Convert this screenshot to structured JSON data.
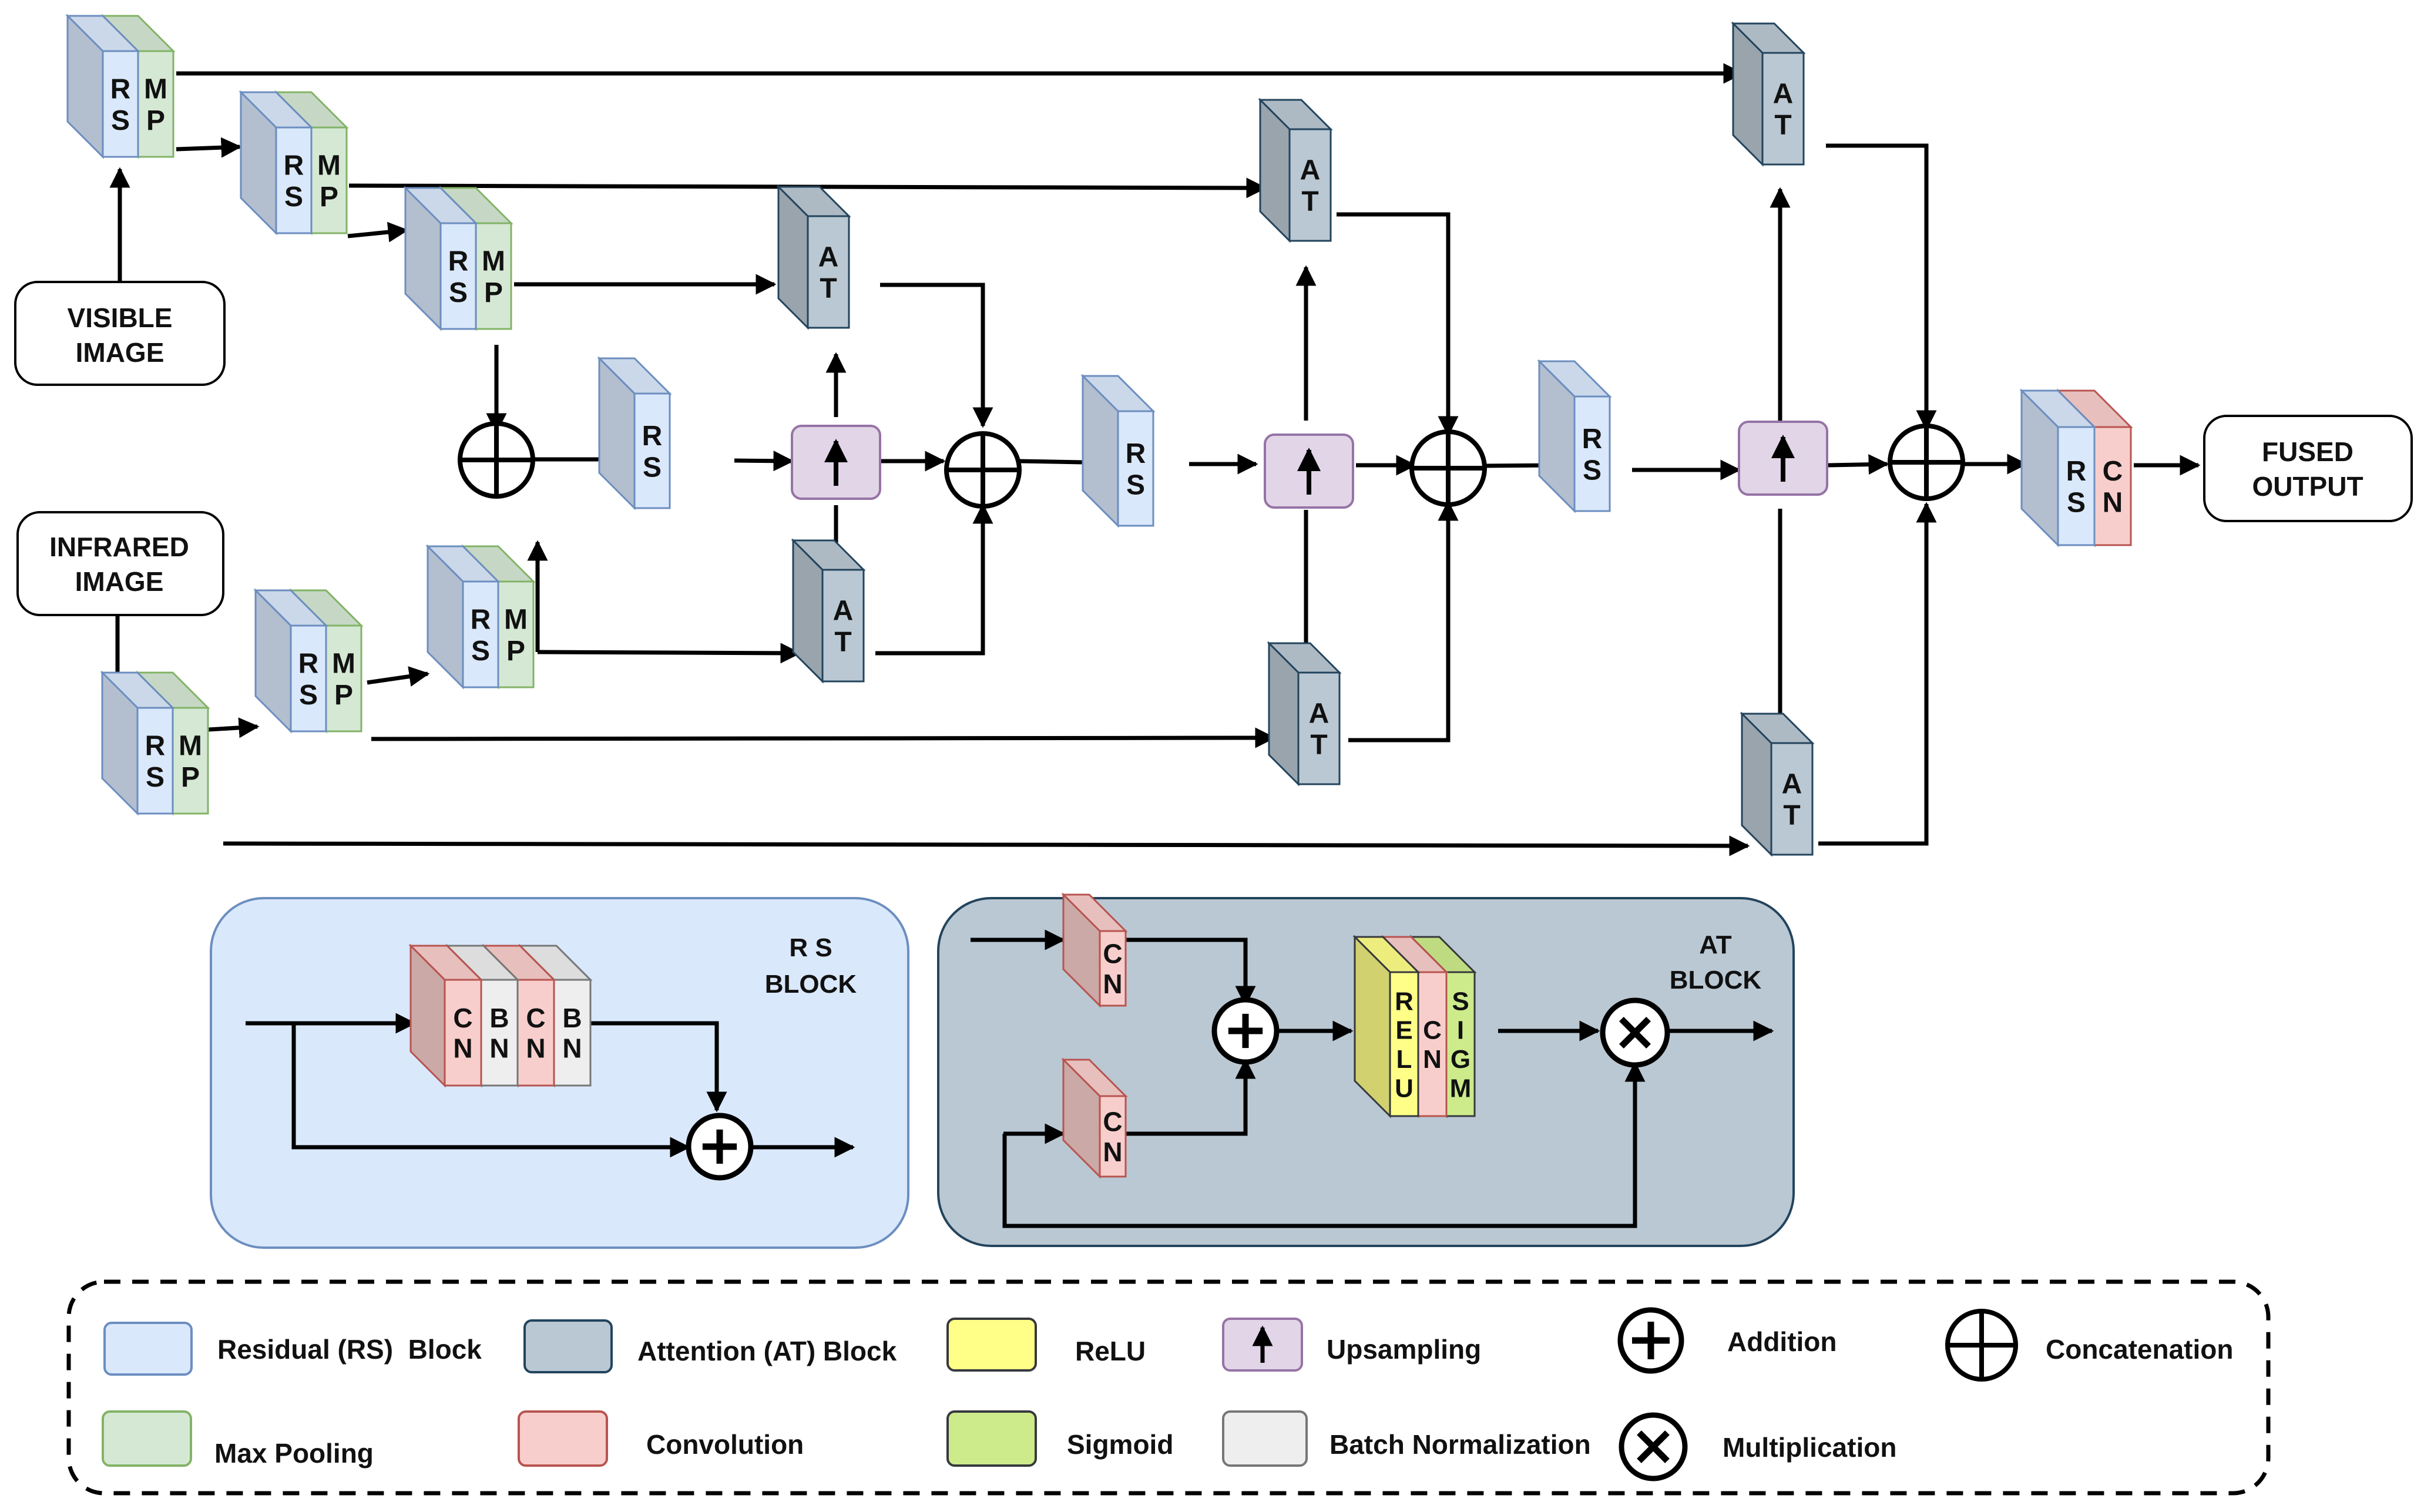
{
  "inputs": {
    "visible": [
      "VISIBLE",
      "IMAGE"
    ],
    "infrared": [
      "INFRARED",
      "IMAGE"
    ]
  },
  "output": [
    "FUSED",
    "OUTPUT"
  ],
  "block_letters": {
    "rs": [
      "R",
      "S"
    ],
    "mp": [
      "M",
      "P"
    ],
    "at": [
      "A",
      "T"
    ],
    "cn": [
      "C",
      "N"
    ],
    "bn": [
      "B",
      "N"
    ],
    "relu": [
      "R",
      "E",
      "L",
      "U"
    ],
    "sigm": [
      "S",
      "I",
      "G",
      "M"
    ]
  },
  "panels": {
    "rs_block": [
      "R S",
      "BLOCK"
    ],
    "at_block": [
      "AT",
      "BLOCK"
    ]
  },
  "legend": [
    {
      "key": "rs",
      "label": "Residual (RS)  Block",
      "swatch": "#dae8fc"
    },
    {
      "key": "at",
      "label": "Attention (AT) Block",
      "swatch": "#bac8d3"
    },
    {
      "key": "relu",
      "label": "ReLU",
      "swatch": "#ffff88"
    },
    {
      "key": "upsampling",
      "label": "Upsampling",
      "swatch": "#e1d5e7"
    },
    {
      "key": "addition",
      "label": "Addition"
    },
    {
      "key": "concatenation",
      "label": "Concatenation"
    },
    {
      "key": "mp",
      "label": "Max Pooling",
      "swatch": "#d5e8d4"
    },
    {
      "key": "conv",
      "label": "Convolution",
      "swatch": "#f8cecc"
    },
    {
      "key": "sigmoid",
      "label": "Sigmoid",
      "swatch": "#cdeb8b"
    },
    {
      "key": "bn",
      "label": "Batch Normalization",
      "swatch": "#eeeeee"
    },
    {
      "key": "multiplication",
      "label": "Multiplication"
    }
  ],
  "colors": {
    "rs_fill": "#dae8fc",
    "rs_stroke": "#6c8ebf",
    "mp_fill": "#d5e8d4",
    "mp_stroke": "#82b366",
    "at_fill": "#bac8d3",
    "at_stroke": "#23445d",
    "cn_fill": "#f8cecc",
    "cn_stroke": "#b85450",
    "bn_fill": "#eeeeee",
    "bn_stroke": "#777777",
    "relu_fill": "#ffff88",
    "relu_stroke": "#36393d",
    "sigm_fill": "#cdeb8b",
    "sigm_stroke": "#36393d",
    "up_fill": "#e1d5e7",
    "up_stroke": "#9673a6",
    "rs_panel_fill": "#dae8fc",
    "rs_panel_stroke": "#6c8ebf",
    "at_panel_fill": "#bac8d3",
    "at_panel_stroke": "#23445d",
    "line": "#000000"
  }
}
